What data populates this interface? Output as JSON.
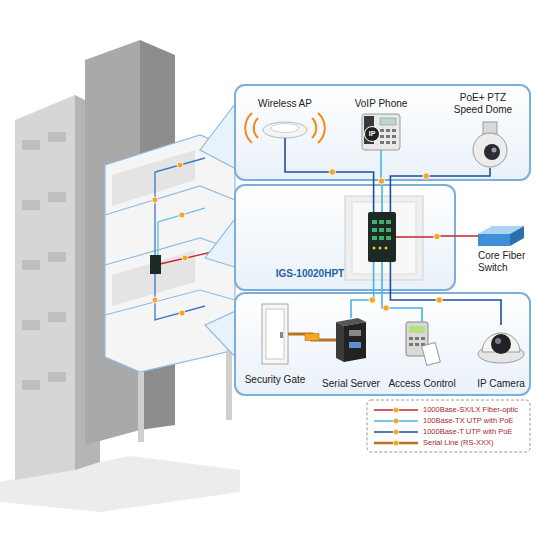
{
  "diagram": {
    "nodes": [
      {
        "text": [
          "Wireless AP"
        ]
      },
      {
        "text": [
          "VoIP Phone"
        ]
      },
      {
        "text": [
          "PoE+ PTZ Speed Dome"
        ]
      },
      {
        "text": [
          "IGS-10020HPT"
        ]
      },
      {
        "text": [
          "Core Fiber Switch"
        ]
      },
      {
        "text": [
          "Security Gate"
        ]
      },
      {
        "text": [
          "Serial Server"
        ]
      },
      {
        "text": [
          "Access Control"
        ]
      },
      {
        "text": [
          "IP Camera"
        ]
      }
    ],
    "edges": [
      {
        "from": 3,
        "to": 0,
        "arrow": "none"
      },
      {
        "from": 3,
        "to": 1,
        "arrow": "none"
      },
      {
        "from": 3,
        "to": 2,
        "arrow": "none"
      },
      {
        "from": 3,
        "to": 4,
        "arrow": "none"
      },
      {
        "from": 3,
        "to": 6,
        "arrow": "none"
      },
      {
        "from": 3,
        "to": 7,
        "arrow": "none"
      },
      {
        "from": 3,
        "to": 8,
        "arrow": "none"
      },
      {
        "from": 6,
        "to": 5,
        "arrow": "none"
      }
    ],
    "labels": [
      "IP"
    ],
    "legend": [
      {
        "text": "1000Base-SX/LX Fiber-optic"
      },
      {
        "text": "100Base-TX UTP with PoE"
      },
      {
        "text": "1000Base-T UTP with PoE"
      },
      {
        "text": "Serial Line (RS-XXX)"
      }
    ]
  }
}
